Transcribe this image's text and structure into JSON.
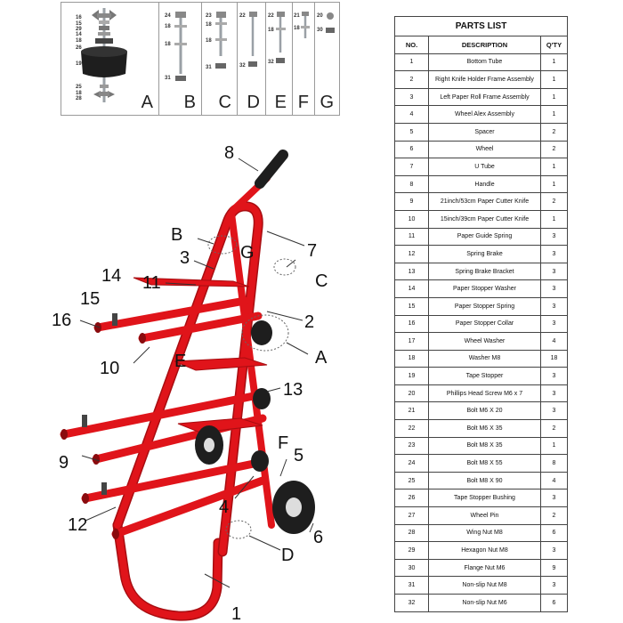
{
  "hardware_panels": [
    {
      "letter": "A",
      "labels": [
        "16",
        "15",
        "29",
        "14",
        "18",
        "26",
        "19",
        "25",
        "18",
        "28"
      ]
    },
    {
      "letter": "B",
      "labels": [
        "24",
        "18",
        "18",
        "31"
      ]
    },
    {
      "letter": "C",
      "labels": [
        "23",
        "18",
        "18",
        "31"
      ]
    },
    {
      "letter": "D",
      "labels": [
        "22",
        "32"
      ]
    },
    {
      "letter": "E",
      "labels": [
        "22",
        "18",
        "32"
      ]
    },
    {
      "letter": "F",
      "labels": [
        "21",
        "18"
      ]
    },
    {
      "letter": "G",
      "labels": [
        "20",
        "30"
      ]
    }
  ],
  "callouts": {
    "c1": "1",
    "c2": "2",
    "c3": "3",
    "c4": "4",
    "c5": "5",
    "c6": "6",
    "c7": "7",
    "c8": "8",
    "c9": "9",
    "c10": "10",
    "c11": "11",
    "c12": "12",
    "c13": "13",
    "c14": "14",
    "c15": "15",
    "c16": "16",
    "cA": "A",
    "cB": "B",
    "cC": "C",
    "cD": "D",
    "cE": "E",
    "cF": "F",
    "cG": "G"
  },
  "parts_list": {
    "title": "PARTS LIST",
    "headers": [
      "NO.",
      "DESCRIPTION",
      "Q'TY"
    ],
    "rows": [
      [
        "1",
        "Bottom Tube",
        "1"
      ],
      [
        "2",
        "Right Knife Holder Frame Assembly",
        "1"
      ],
      [
        "3",
        "Left Paper Roll Frame Assembly",
        "1"
      ],
      [
        "4",
        "Wheel Alex Assembly",
        "1"
      ],
      [
        "5",
        "Spacer",
        "2"
      ],
      [
        "6",
        "Wheel",
        "2"
      ],
      [
        "7",
        "U Tube",
        "1"
      ],
      [
        "8",
        "Handle",
        "1"
      ],
      [
        "9",
        "21inch/53cm Paper Cutter Knife",
        "2"
      ],
      [
        "10",
        "15inch/39cm Paper Cutter Knife",
        "1"
      ],
      [
        "11",
        "Paper Guide Spring",
        "3"
      ],
      [
        "12",
        "Spring Brake",
        "3"
      ],
      [
        "13",
        "Spring Brake Bracket",
        "3"
      ],
      [
        "14",
        "Paper Stopper Washer",
        "3"
      ],
      [
        "15",
        "Paper Stopper Spring",
        "3"
      ],
      [
        "16",
        "Paper Stopper Collar",
        "3"
      ],
      [
        "17",
        "Wheel Washer",
        "4"
      ],
      [
        "18",
        "Washer M8",
        "18"
      ],
      [
        "19",
        "Tape Stopper",
        "3"
      ],
      [
        "20",
        "Phillips Head Screw M6 x 7",
        "3"
      ],
      [
        "21",
        "Bolt M6 X 20",
        "3"
      ],
      [
        "22",
        "Bolt M6 X 35",
        "2"
      ],
      [
        "23",
        "Bolt M8 X 35",
        "1"
      ],
      [
        "24",
        "Bolt M8 X 55",
        "8"
      ],
      [
        "25",
        "Bolt M8 X 90",
        "4"
      ],
      [
        "26",
        "Tape Stopper Bushing",
        "3"
      ],
      [
        "27",
        "Wheel Pin",
        "2"
      ],
      [
        "28",
        "Wing Nut M8",
        "6"
      ],
      [
        "29",
        "Hexagon Nut M8",
        "3"
      ],
      [
        "30",
        "Flange Nut M6",
        "9"
      ],
      [
        "31",
        "Non-slip Nut M8",
        "3"
      ],
      [
        "32",
        "Non-slip Nut M6",
        "6"
      ]
    ]
  },
  "colors": {
    "frame_red": "#e0141a",
    "dark_red": "#a80d11",
    "rubber": "#1e1e1e",
    "steel": "#9aa0a6"
  }
}
